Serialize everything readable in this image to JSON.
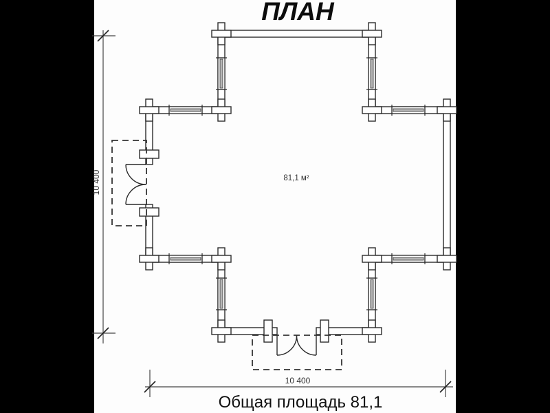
{
  "title": "ПЛАН",
  "plan": {
    "area_label": "81,1 м²",
    "total_area_label": "Общая площадь 81,1"
  },
  "dimensions": {
    "height_label": "10 400",
    "width_label": "10 400"
  },
  "colors": {
    "background": "#fdfdfd",
    "line": "#2b2b2b",
    "photo_border": "#000000",
    "window_fill": "#b5b5b5"
  }
}
